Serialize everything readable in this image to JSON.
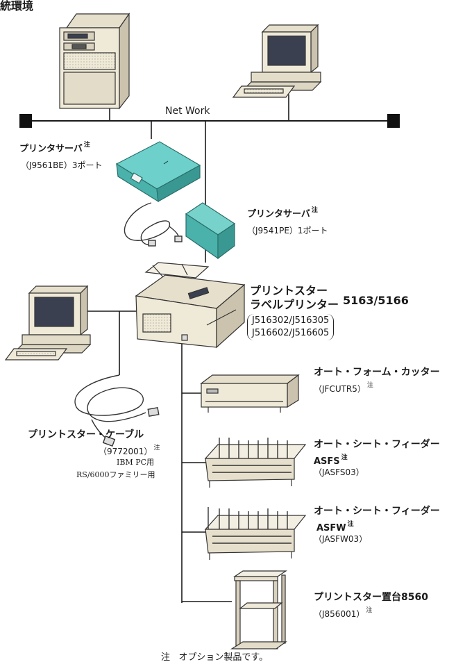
{
  "header": {
    "title": "統環境"
  },
  "network": {
    "label": "Net Work"
  },
  "print_server_3port": {
    "name": "プリンタサーバ",
    "note": "注",
    "model": "（J9561BE）3ポート"
  },
  "print_server_1port": {
    "name": "プリンタサーバ",
    "note": "注",
    "model": "（J9541PE）1ポート"
  },
  "printer": {
    "name_line1": "プリントスター",
    "name_line2": "ラベルプリンター",
    "model_number": "5163/5166",
    "variants_line1": "J516302/J516305",
    "variants_line2": "J516602/J516605"
  },
  "cable": {
    "name": "プリントスター・ケーブル",
    "model": "（9772001）",
    "note": "注",
    "use_line1": "IBM PC用",
    "use_line2": "RS/6000ファミリー用"
  },
  "cutter": {
    "name": "オート・フォーム・カッター",
    "model": "（JFCUTR5）",
    "note": "注"
  },
  "asfs": {
    "name": "オート・シート・フィーダー",
    "code": "ASFS",
    "note": "注",
    "model": "（JASFS03）"
  },
  "asfw": {
    "name": "オート・シート・フィーダー",
    "code": "ASFW",
    "note": "注",
    "model": "（JASFW03）"
  },
  "stand": {
    "name": "プリントスター置台8560",
    "model": "（J856001）",
    "note": "注"
  },
  "footnote": {
    "mark": "注",
    "text": "オプション製品です。"
  },
  "colors": {
    "line": "#1a1a1a",
    "teal": "#5fc4be",
    "beige": "#efe9d8",
    "screen": "#3b4050"
  },
  "icons": [
    "server-tower-icon",
    "desktop-pc-icon",
    "print-server-icon",
    "cable-icon",
    "printer-icon",
    "form-cutter-icon",
    "sheet-feeder-icon",
    "printer-stand-icon"
  ]
}
